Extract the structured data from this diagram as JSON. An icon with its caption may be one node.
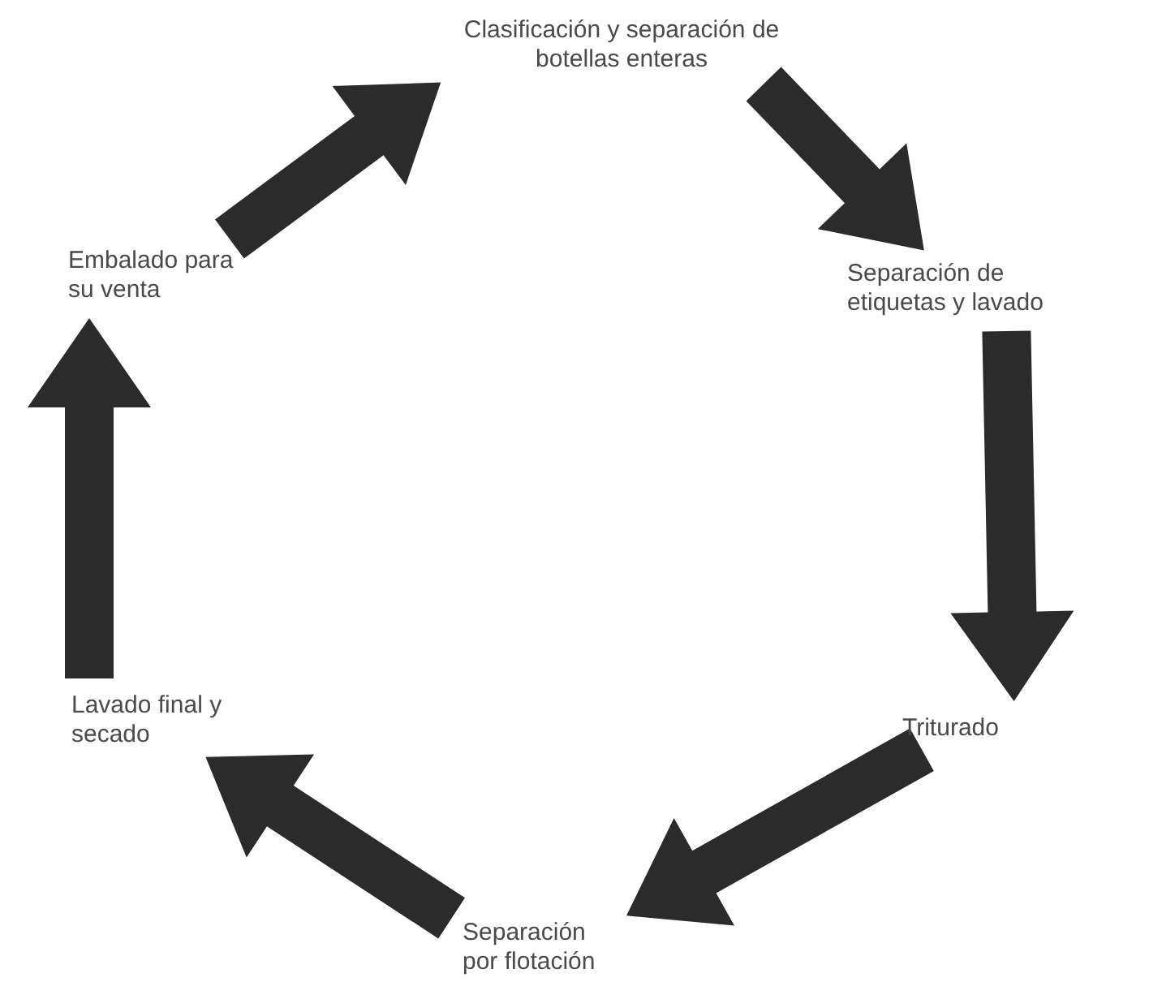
{
  "diagram": {
    "nodes": [
      {
        "text": [
          "Clasificación y separación de botellas enteras"
        ]
      },
      {
        "text": [
          "Separación de etiquetas y lavado"
        ]
      },
      {
        "text": [
          "Triturado"
        ]
      },
      {
        "text": [
          "Separación por flotación"
        ]
      },
      {
        "text": [
          "Lavado final y secado"
        ]
      },
      {
        "text": [
          "Embalado para su venta"
        ]
      }
    ],
    "edges": [
      {
        "from": 0,
        "to": 1,
        "arrow": "to"
      },
      {
        "from": 1,
        "to": 2,
        "arrow": "to"
      },
      {
        "from": 2,
        "to": 3,
        "arrow": "to"
      },
      {
        "from": 3,
        "to": 4,
        "arrow": "to"
      },
      {
        "from": 4,
        "to": 5,
        "arrow": "to"
      },
      {
        "from": 5,
        "to": 0,
        "arrow": "to"
      }
    ]
  }
}
